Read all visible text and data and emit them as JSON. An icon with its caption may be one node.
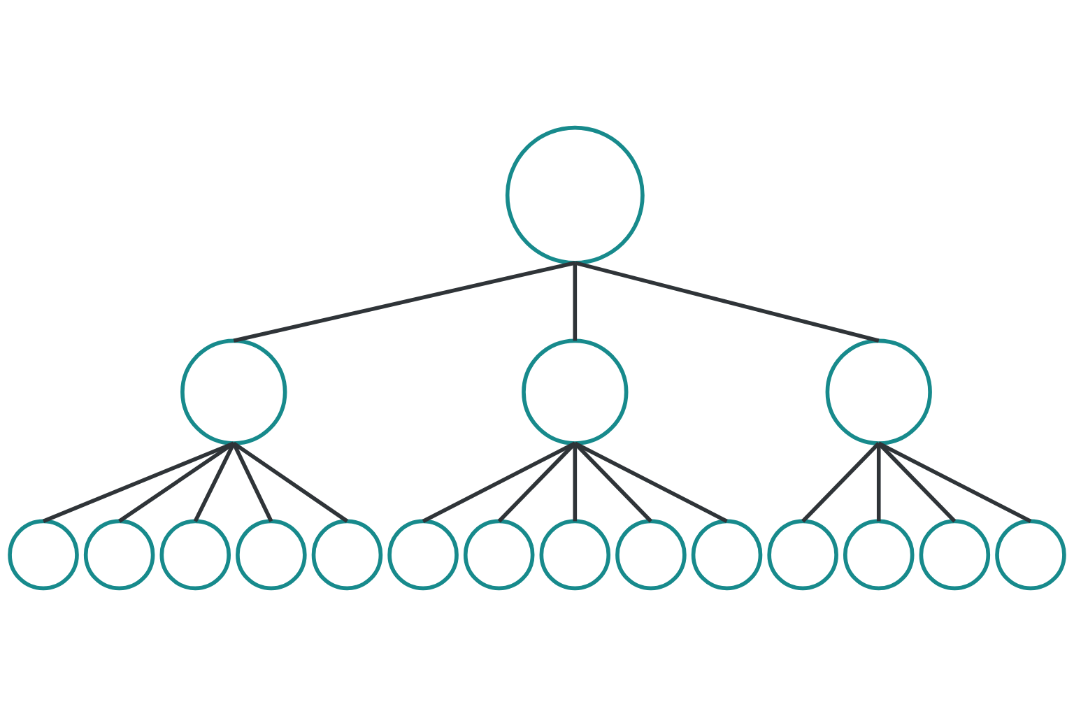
{
  "diagram": {
    "nodes": [
      {
        "text": [],
        "shape": "circle"
      },
      {
        "text": [],
        "shape": "circle"
      },
      {
        "text": [],
        "shape": "circle"
      },
      {
        "text": [],
        "shape": "circle"
      },
      {
        "text": [],
        "shape": "circle"
      },
      {
        "text": [],
        "shape": "circle"
      },
      {
        "text": [],
        "shape": "circle"
      },
      {
        "text": [],
        "shape": "circle"
      },
      {
        "text": [],
        "shape": "circle"
      },
      {
        "text": [],
        "shape": "circle"
      },
      {
        "text": [],
        "shape": "circle"
      },
      {
        "text": [],
        "shape": "circle"
      },
      {
        "text": [],
        "shape": "circle"
      },
      {
        "text": [],
        "shape": "circle"
      },
      {
        "text": [],
        "shape": "circle"
      },
      {
        "text": [],
        "shape": "circle"
      },
      {
        "text": [],
        "shape": "circle"
      },
      {
        "text": [],
        "shape": "circle"
      }
    ],
    "edges": [
      {
        "from": 0,
        "to": 1,
        "arrow": "none"
      },
      {
        "from": 0,
        "to": 2,
        "arrow": "none"
      },
      {
        "from": 0,
        "to": 3,
        "arrow": "none"
      },
      {
        "from": 1,
        "to": 4,
        "arrow": "none"
      },
      {
        "from": 1,
        "to": 5,
        "arrow": "none"
      },
      {
        "from": 1,
        "to": 6,
        "arrow": "none"
      },
      {
        "from": 1,
        "to": 7,
        "arrow": "none"
      },
      {
        "from": 1,
        "to": 8,
        "arrow": "none"
      },
      {
        "from": 2,
        "to": 9,
        "arrow": "none"
      },
      {
        "from": 2,
        "to": 10,
        "arrow": "none"
      },
      {
        "from": 2,
        "to": 11,
        "arrow": "none"
      },
      {
        "from": 2,
        "to": 12,
        "arrow": "none"
      },
      {
        "from": 2,
        "to": 13,
        "arrow": "none"
      },
      {
        "from": 3,
        "to": 14,
        "arrow": "none"
      },
      {
        "from": 3,
        "to": 15,
        "arrow": "none"
      },
      {
        "from": 3,
        "to": 16,
        "arrow": "none"
      },
      {
        "from": 3,
        "to": 17,
        "arrow": "none"
      }
    ]
  }
}
